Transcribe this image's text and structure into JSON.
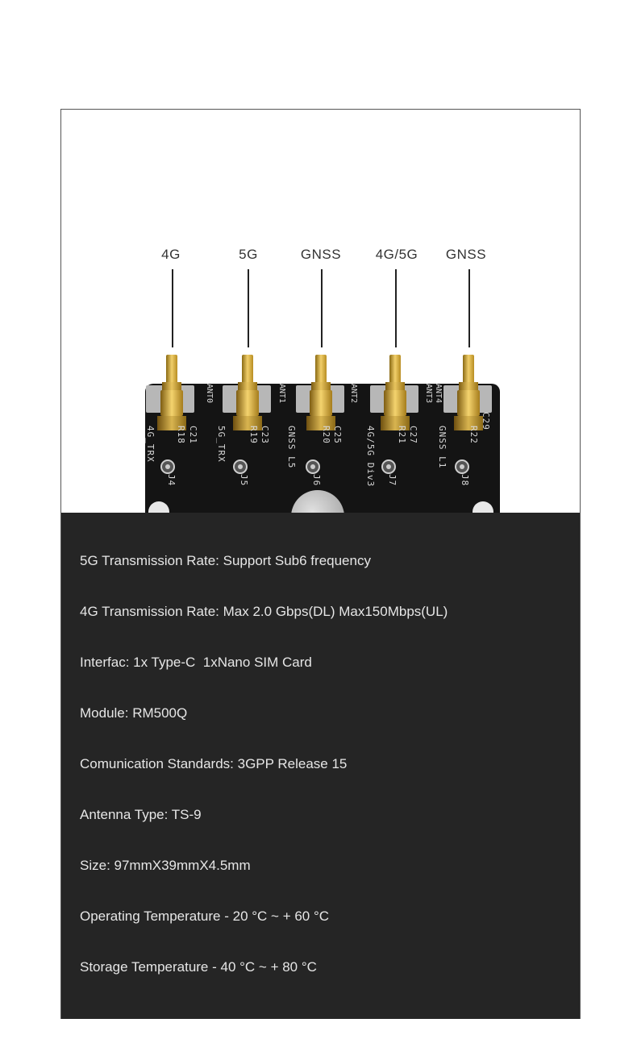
{
  "antenna_labels": [
    "4G",
    "5G",
    "GNSS",
    "4G/5G",
    "GNSS"
  ],
  "board_silkscreen": {
    "top": [
      "ANT0",
      "ANT1",
      "ANT2",
      "ANT3",
      "ANT4"
    ],
    "port_names": [
      "4G_TRX",
      "5G_TRX",
      "GNSS L5",
      "4G/5G Div3",
      "GNSS L1"
    ],
    "components": [
      [
        "C21",
        "R18",
        "J4"
      ],
      [
        "C23",
        "R19",
        "J5"
      ],
      [
        "C25",
        "R20",
        "J6"
      ],
      [
        "C27",
        "R21",
        "J7"
      ],
      [
        "C29",
        "R22",
        "J8"
      ]
    ]
  },
  "specs": [
    "5G Transmission Rate: Support Sub6 frequency",
    "4G Transmission Rate: Max 2.0 Gbps(DL) Max150Mbps(UL)",
    "Interfac: 1x Type-C  1xNano SIM Card",
    "Module: RM500Q",
    "Comunication Standards: 3GPP Release 15",
    "Antenna Type: TS-9",
    "Size: 97mmX39mmX4.5mm",
    "Operating Temperature - 20 °C ~ + 60 °C",
    "Storage Temperature - 40 °C ~ + 80 °C"
  ],
  "colors": {
    "spec_panel": "#252525",
    "spec_text": "#e6e6e6",
    "connector_gold": "#e3bf58",
    "pcb": "#141414"
  }
}
